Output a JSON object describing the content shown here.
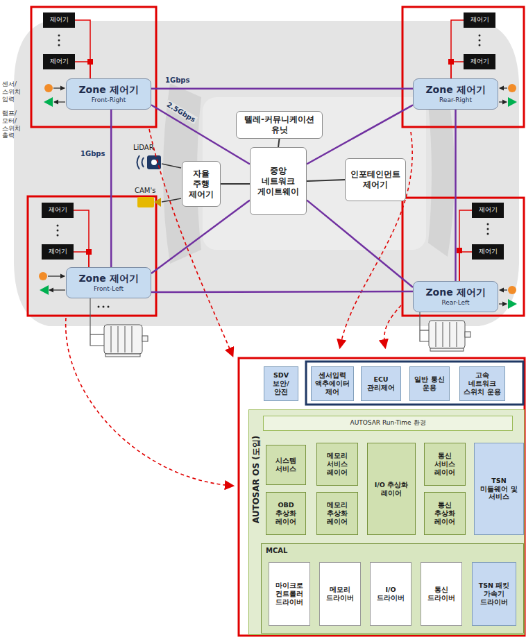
{
  "diagram": {
    "nodes": [
      {
        "text": [
          "제어기"
        ]
      },
      {
        "text": [
          "제어기"
        ]
      },
      {
        "text": [
          "Zone 제어기",
          "Front-Right"
        ]
      },
      {
        "text": [
          "제어기"
        ]
      },
      {
        "text": [
          "제어기"
        ]
      },
      {
        "text": [
          "Zone 제어기",
          "Rear-Right"
        ]
      },
      {
        "text": [
          "텔레-커뮤니케이션 유닛"
        ]
      },
      {
        "text": [
          "자율 주행 제어기"
        ]
      },
      {
        "text": [
          "중앙 네트워크 게이트웨이"
        ]
      },
      {
        "text": [
          "인포테인먼트 제어기"
        ]
      },
      {
        "text": [
          "제어기"
        ]
      },
      {
        "text": [
          "제어기"
        ]
      },
      {
        "text": [
          "Zone 제어기",
          "Front-Left"
        ]
      },
      {
        "text": [
          "제어기"
        ]
      },
      {
        "text": [
          "제어기"
        ]
      },
      {
        "text": [
          "Zone 제어기",
          "Rear-Left"
        ]
      },
      {
        "text": [
          "SDV 보안/안전"
        ]
      },
      {
        "text": [
          "센서입력 액추에이터 제어"
        ]
      },
      {
        "text": [
          "ECU 관리제어"
        ]
      },
      {
        "text": [
          "일반 통신 운용"
        ]
      },
      {
        "text": [
          "고속 네트워크 스위치 운용"
        ]
      },
      {
        "text": [
          "AUTOSAR OS (도입)"
        ]
      },
      {
        "text": [
          "AUTOSAR Run-Time 환경"
        ],
        "in": 21
      },
      {
        "text": [
          "시스템 서비스"
        ],
        "in": 21
      },
      {
        "text": [
          "메모리 서비스 레이어"
        ],
        "in": 21
      },
      {
        "text": [
          "I/O 추상화 레이어"
        ],
        "in": 21
      },
      {
        "text": [
          "통신 서비스 레이어"
        ],
        "in": 21
      },
      {
        "text": [
          "TSN 미들웨어 및 서비스"
        ],
        "in": 21
      },
      {
        "text": [
          "OBD 추상화 레이어"
        ],
        "in": 21
      },
      {
        "text": [
          "메모리 추상화 레이어"
        ],
        "in": 21
      },
      {
        "text": [
          "통신 추상화 레이어"
        ],
        "in": 21
      },
      {
        "text": [
          "MCAL"
        ],
        "in": 21
      },
      {
        "text": [
          "마이크로 컨트롤러 드라이버"
        ],
        "in": 31
      },
      {
        "text": [
          "메모리 드라이버"
        ],
        "in": 31
      },
      {
        "text": [
          "I/O 드라이버"
        ],
        "in": 31
      },
      {
        "text": [
          "통신 드라이버"
        ],
        "in": 31
      },
      {
        "text": [
          "TSN 패킷 가속기 드라이버"
        ],
        "in": 31
      }
    ],
    "edges": [
      {
        "from": 0,
        "to": 2,
        "arrow": "none"
      },
      {
        "from": 1,
        "to": 2,
        "arrow": "none"
      },
      {
        "from": 3,
        "to": 5,
        "arrow": "none"
      },
      {
        "from": 4,
        "to": 5,
        "arrow": "none"
      },
      {
        "from": 10,
        "to": 12,
        "arrow": "none"
      },
      {
        "from": 11,
        "to": 12,
        "arrow": "none"
      },
      {
        "from": 13,
        "to": 15,
        "arrow": "none"
      },
      {
        "from": 14,
        "to": 15,
        "arrow": "none"
      },
      {
        "from": 2,
        "to": 5,
        "arrow": "none",
        "label": "1Gbps"
      },
      {
        "from": 2,
        "to": 8,
        "arrow": "none",
        "label": "2.5Gbps"
      },
      {
        "from": 2,
        "to": 12,
        "arrow": "none",
        "label": "1Gbps"
      },
      {
        "from": 5,
        "to": 8,
        "arrow": "none"
      },
      {
        "from": 5,
        "to": 15,
        "arrow": "none"
      },
      {
        "from": 12,
        "to": 15,
        "arrow": "none"
      },
      {
        "from": 12,
        "to": 8,
        "arrow": "none"
      },
      {
        "from": 15,
        "to": 8,
        "arrow": "none"
      },
      {
        "from": 8,
        "to": 6,
        "arrow": "none"
      },
      {
        "from": 7,
        "to": 8,
        "arrow": "none"
      },
      {
        "from": 8,
        "to": 9,
        "arrow": "none"
      }
    ],
    "labels": [
      "센서/ 스위치 입력",
      "램프/ 모터/ 스위치 출력",
      "LiDAR",
      "CAM's"
    ]
  }
}
